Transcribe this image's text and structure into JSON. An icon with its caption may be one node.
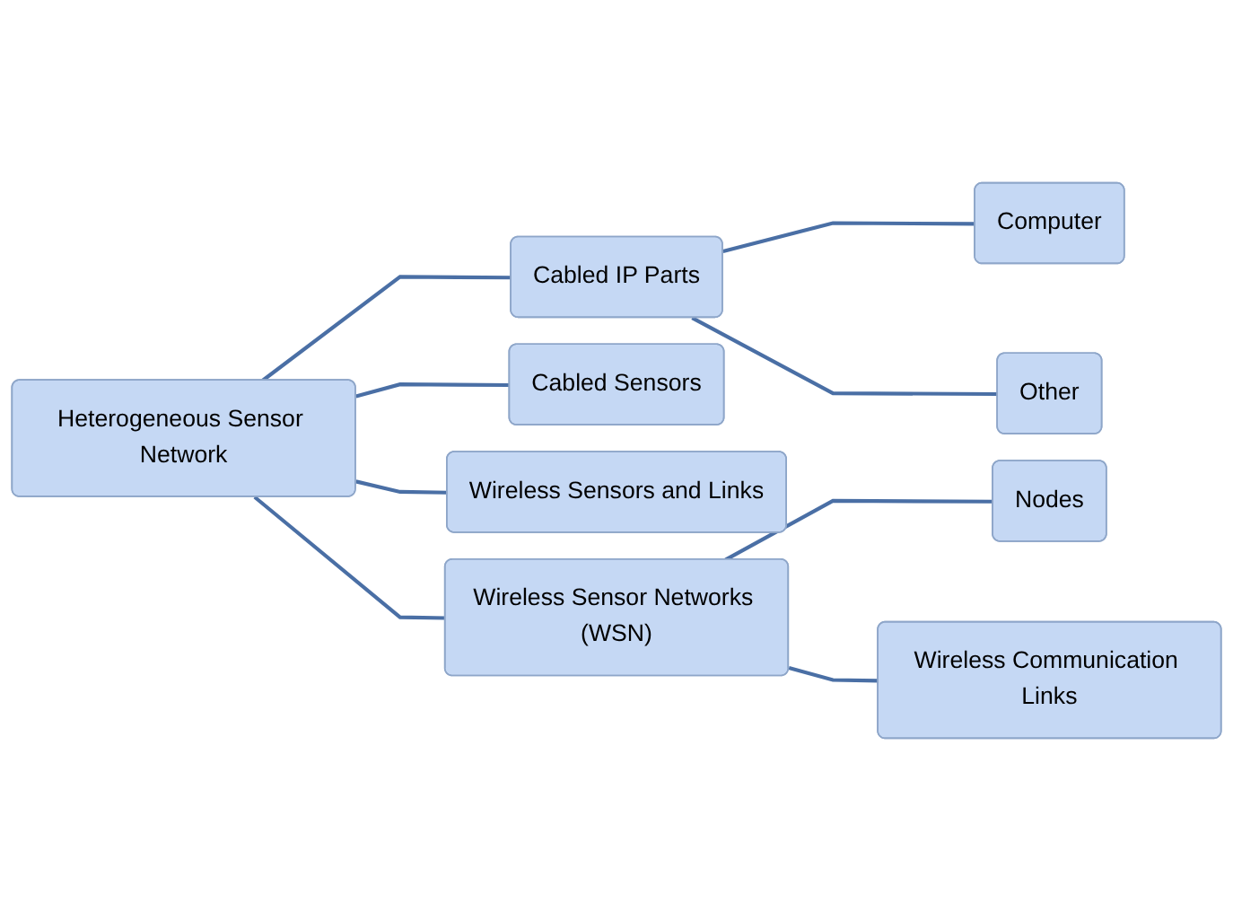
{
  "diagram": {
    "nodes": [
      {
        "text": [
          "Heterogeneous Sensor Network"
        ]
      },
      {
        "text": [
          "Cabled IP Parts"
        ]
      },
      {
        "text": [
          "Computer"
        ]
      },
      {
        "text": [
          "Other"
        ]
      },
      {
        "text": [
          "Cabled Sensors"
        ]
      },
      {
        "text": [
          "Wireless Sensors and Links"
        ]
      },
      {
        "text": [
          "Wireless Sensor Networks (WSN)"
        ]
      },
      {
        "text": [
          "Nodes"
        ]
      },
      {
        "text": [
          "Wireless Communication Links"
        ]
      }
    ],
    "edges": [
      {
        "from": 0,
        "to": 1,
        "arrow": "none"
      },
      {
        "from": 0,
        "to": 4,
        "arrow": "none"
      },
      {
        "from": 0,
        "to": 5,
        "arrow": "none"
      },
      {
        "from": 0,
        "to": 6,
        "arrow": "none"
      },
      {
        "from": 1,
        "to": 2,
        "arrow": "none"
      },
      {
        "from": 1,
        "to": 3,
        "arrow": "none"
      },
      {
        "from": 6,
        "to": 7,
        "arrow": "none"
      },
      {
        "from": 6,
        "to": 8,
        "arrow": "none"
      }
    ]
  }
}
